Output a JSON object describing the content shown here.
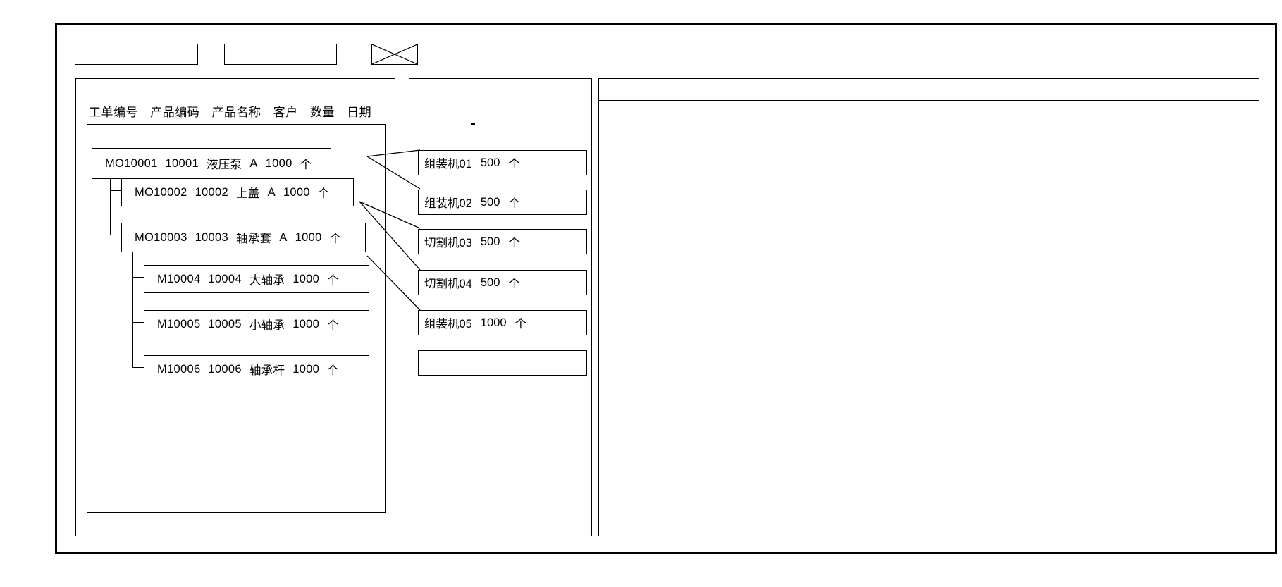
{
  "toolbar": {
    "buttons": [
      {
        "name": "toolbar-field-1",
        "label": ""
      },
      {
        "name": "toolbar-field-2",
        "label": ""
      },
      {
        "name": "toolbar-crossed-box",
        "label": ""
      }
    ]
  },
  "left_panel": {
    "columns": [
      "工单编号",
      "产品编码",
      "产品名称",
      "客户",
      "数量",
      "日期"
    ],
    "rows": [
      {
        "order_no": "MO10001",
        "product_code": "10001",
        "product_name": "液压泵",
        "customer": "A",
        "qty": "1000",
        "unit": "个",
        "level": 0
      },
      {
        "order_no": "MO10002",
        "product_code": "10002",
        "product_name": "上盖",
        "customer": "A",
        "qty": "1000",
        "unit": "个",
        "level": 1
      },
      {
        "order_no": "MO10003",
        "product_code": "10003",
        "product_name": "轴承套",
        "customer": "A",
        "qty": "1000",
        "unit": "个",
        "level": 1
      },
      {
        "order_no": "M10004",
        "product_code": "10004",
        "product_name": "大轴承",
        "customer": "",
        "qty": "1000",
        "unit": "个",
        "level": 2
      },
      {
        "order_no": "M10005",
        "product_code": "10005",
        "product_name": "小轴承",
        "customer": "",
        "qty": "1000",
        "unit": "个",
        "level": 2
      },
      {
        "order_no": "M10006",
        "product_code": "10006",
        "product_name": "轴承杆",
        "customer": "",
        "qty": "1000",
        "unit": "个",
        "level": 2
      }
    ]
  },
  "mid_panel": {
    "items": [
      {
        "machine": "组装机01",
        "qty": "500",
        "unit": "个"
      },
      {
        "machine": "组装机02",
        "qty": "500",
        "unit": "个"
      },
      {
        "machine": "切割机03",
        "qty": "500",
        "unit": "个"
      },
      {
        "machine": "切割机04",
        "qty": "500",
        "unit": "个"
      },
      {
        "machine": "组装机05",
        "qty": "1000",
        "unit": "个"
      },
      {
        "machine": "",
        "qty": "",
        "unit": ""
      }
    ]
  },
  "right_panel": {
    "header_text": "",
    "body_text": ""
  },
  "colors": {
    "stroke": "#000000",
    "background": "#ffffff"
  }
}
